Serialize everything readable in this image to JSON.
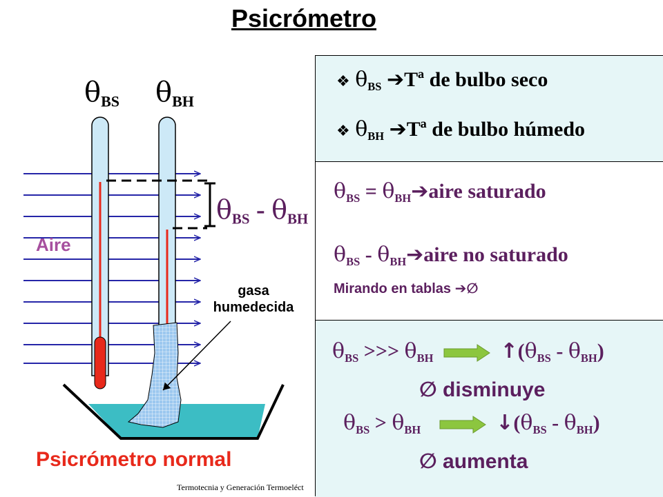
{
  "title": "Psicrómetro",
  "diagram": {
    "theta": "θ",
    "bs_sub": "BS",
    "bh_sub": "BH",
    "minus": "-",
    "aire_label": "Aire",
    "gasa_line1": "gasa",
    "gasa_line2": "humedecida",
    "caption": "Psicrómetro  normal",
    "footer": "Termotecnia y Generación Termoeléct"
  },
  "panel": {
    "bullet": "❖",
    "arrow": "➔",
    "empty_set": "∅",
    "up_arrow": "↑",
    "down_arrow": "↓",
    "def_bs_text": "Tª de bulbo seco",
    "def_bh_text": "Tª de bulbo húmedo",
    "equal_op": " = ",
    "saturated_text": "aire saturado",
    "diff_op": " - ",
    "not_saturated_text": "aire no saturado",
    "tables_text": "Mirando en tablas",
    "much_greater_op": " >>> ",
    "greater_op": " > ",
    "decreases_text": "disminuye",
    "increases_text": "aumenta"
  },
  "colors": {
    "text_violet": "#5b1f5e",
    "thermometer_tube": "#cde9f7",
    "mercury": "#e8291b",
    "water": "#3cbdc4",
    "wick": "#9cc8ef",
    "arrow_lines": "#2525a8",
    "green_arrow": "#8cc63f",
    "panel_bg": "#e6f6f7",
    "caption": "#e8291b",
    "aire_label": "#a64f9e"
  }
}
